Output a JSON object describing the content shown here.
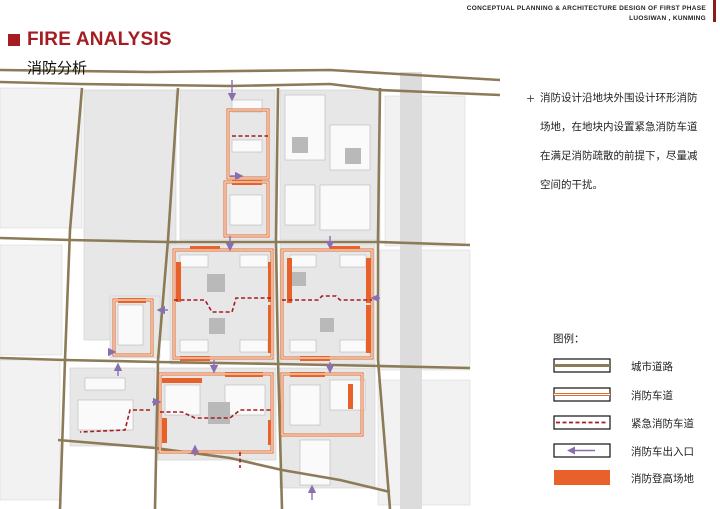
{
  "header": {
    "line1": "CONCEPTUAL PLANNING & ARCHITECTURE DESIGN OF FIRST PHASE",
    "line2": "LUOSIWAN , KUNMING"
  },
  "title": "FIRE ANALYSIS",
  "subtitle": "消防分析",
  "description": {
    "bullet": "+",
    "lines": [
      "消防设计沿地块外围设计环形消防",
      "场地，在地块内设置紧急消防车道",
      "在满足消防疏散的前提下，尽量减",
      "空间的干扰。"
    ]
  },
  "legend": {
    "title": "图例：",
    "items": [
      {
        "label": "城市道路"
      },
      {
        "label": "消防车道"
      },
      {
        "label": "紧急消防车道"
      },
      {
        "label": "消防车出入口"
      },
      {
        "label": "消防登高场地"
      }
    ]
  },
  "colors": {
    "accent": "#a51d22",
    "city_road": "#8c7b57",
    "fire_lane": "#e06a2f",
    "emergency_lane": "#a51d22",
    "entrance_arrow": "#8a6fb0",
    "climbing_area": "#e8612a"
  }
}
